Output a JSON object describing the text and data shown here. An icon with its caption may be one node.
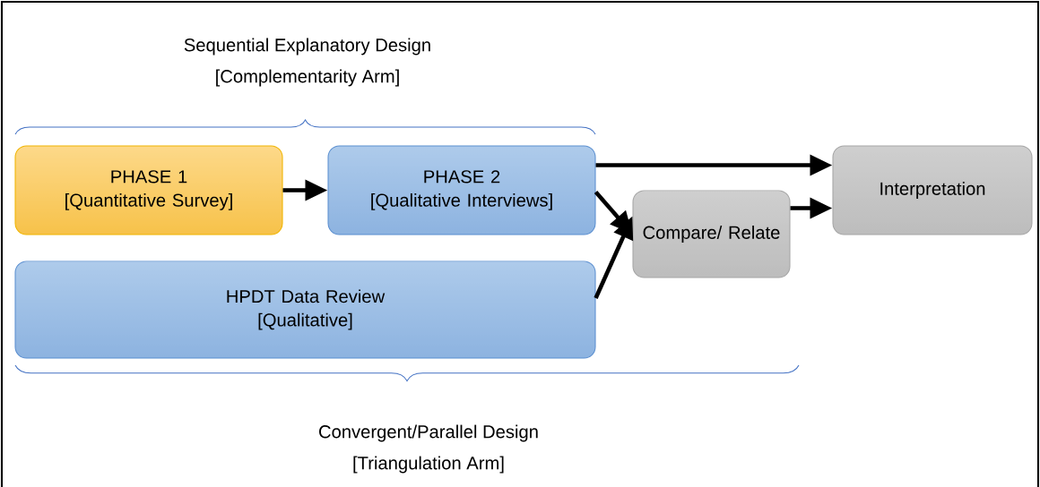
{
  "diagram": {
    "nodes": [
      {
        "text": [
          "PHASE 1",
          "[Quantitative Survey]"
        ]
      },
      {
        "text": [
          "PHASE 2",
          "[Qualitative Interviews]"
        ]
      },
      {
        "text": [
          "HPDT Data Review",
          "[Qualitative]"
        ]
      },
      {
        "text": [
          "Compare/ Relate"
        ]
      },
      {
        "text": [
          "Interpretation"
        ]
      }
    ],
    "edges": [
      {
        "from": 0,
        "to": 1,
        "arrow": "to"
      },
      {
        "from": 1,
        "to": 4,
        "arrow": "to"
      },
      {
        "from": 1,
        "to": 3,
        "arrow": "to"
      },
      {
        "from": 2,
        "to": 3,
        "arrow": "to"
      },
      {
        "from": 3,
        "to": 4,
        "arrow": "to"
      }
    ],
    "labels": [
      "Sequential Explanatory Design",
      "[Complementarity Arm]",
      "Convergent/Parallel Design",
      "[Triangulation Arm]"
    ]
  }
}
